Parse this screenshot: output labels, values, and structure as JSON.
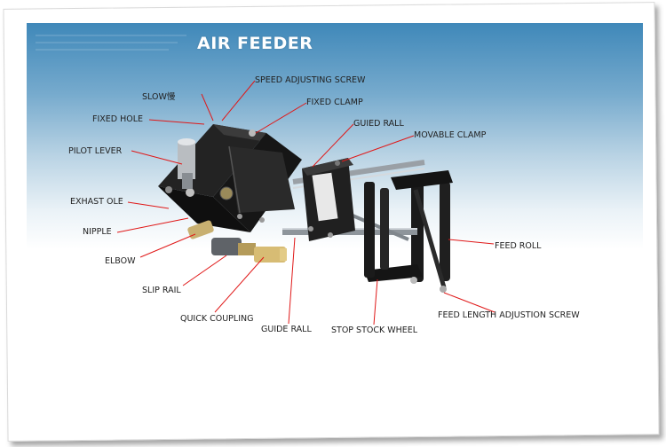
{
  "title": "AIR FEEDER",
  "labels": {
    "speed_adjusting_screw": "SPEED ADJUSTING SCREW",
    "slow": "SLOW慢",
    "fixed_clamp": "FIXED CLAMP",
    "fixed_hole": "FIXED HOLE",
    "guied_rall": "GUIED RALL",
    "movable_clamp": "MOVABLE CLAMP",
    "pilot_lever": "PILOT LEVER",
    "exhast_ole": "EXHAST OLE",
    "nipple": "NIPPLE",
    "elbow": "ELBOW",
    "feed_roll": "FEED ROLL",
    "slip_rail": "SLIP RAIL",
    "quick_coupling": "QUICK COUPLING",
    "feed_length_screw": "FEED LENGTH ADJUSTION SCREW",
    "guide_rall": "GUIDE RALL",
    "stop_stock_wheel": "STOP STOCK WHEEL"
  },
  "colors": {
    "sky_top": "#3f88b9",
    "leader_line": "#e01818",
    "machine_body": "#1c1c1c"
  }
}
